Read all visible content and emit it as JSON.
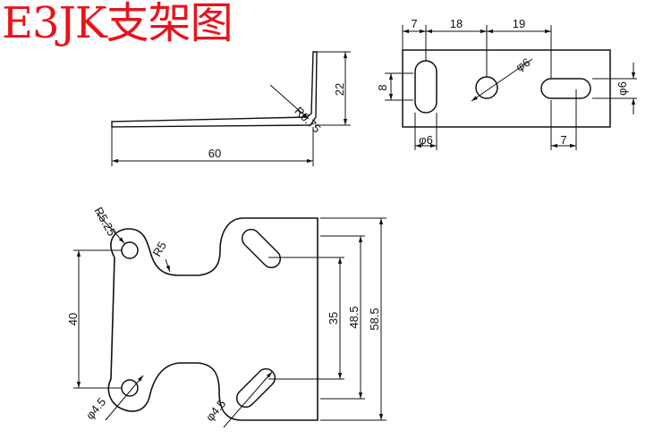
{
  "title": "E3JK支架图",
  "side_view": {
    "radius": "R0.75",
    "height": "22",
    "length": "60"
  },
  "top_view": {
    "dim_left": "7",
    "dim_mid": "18",
    "dim_right": "19",
    "hole_center": "φ6",
    "slot_left_height": "8",
    "slot_left_width": "φ6",
    "slot_right_height": "φ6",
    "slot_right_width": "7"
  },
  "front_view": {
    "corner_radius": "R5.25",
    "inner_radius": "R5",
    "height_left": "40",
    "hole_left": "φ4.5",
    "slot_hole": "φ4.5",
    "h35": "35",
    "h48_5": "48.5",
    "h58_5": "58.5"
  },
  "colors": {
    "title": "#e8141b",
    "line": "#111111"
  }
}
